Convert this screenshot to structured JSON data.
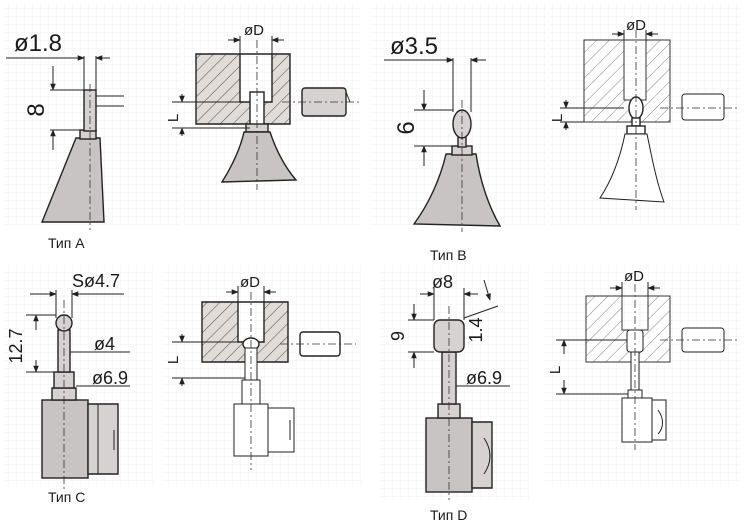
{
  "panels": {
    "a": {
      "caption": "Тип А",
      "diameter": "ø1.8",
      "height": "8"
    },
    "b": {
      "caption": "Тип В",
      "diameter": "ø3.5",
      "height": "6"
    },
    "c": {
      "caption": "Тип С",
      "sphere": "Sø4.7",
      "height": "12.7",
      "stem": "ø4",
      "collar": "ø6.9"
    },
    "d": {
      "caption": "Тип D",
      "diameter": "ø8",
      "height": "9",
      "angle": "1.4",
      "collar": "ø6.9"
    }
  },
  "setups": {
    "a": {
      "bore": "øD",
      "depth": "L"
    },
    "b": {
      "bore": "øD",
      "depth": "L"
    },
    "c": {
      "bore": "øD",
      "depth": "L"
    },
    "d": {
      "bore": "øD",
      "depth": "L"
    }
  },
  "colors": {
    "line": "#222222",
    "fill": "#c9c4c4",
    "hatch": "#555555",
    "grid": "#e8e8e8"
  }
}
